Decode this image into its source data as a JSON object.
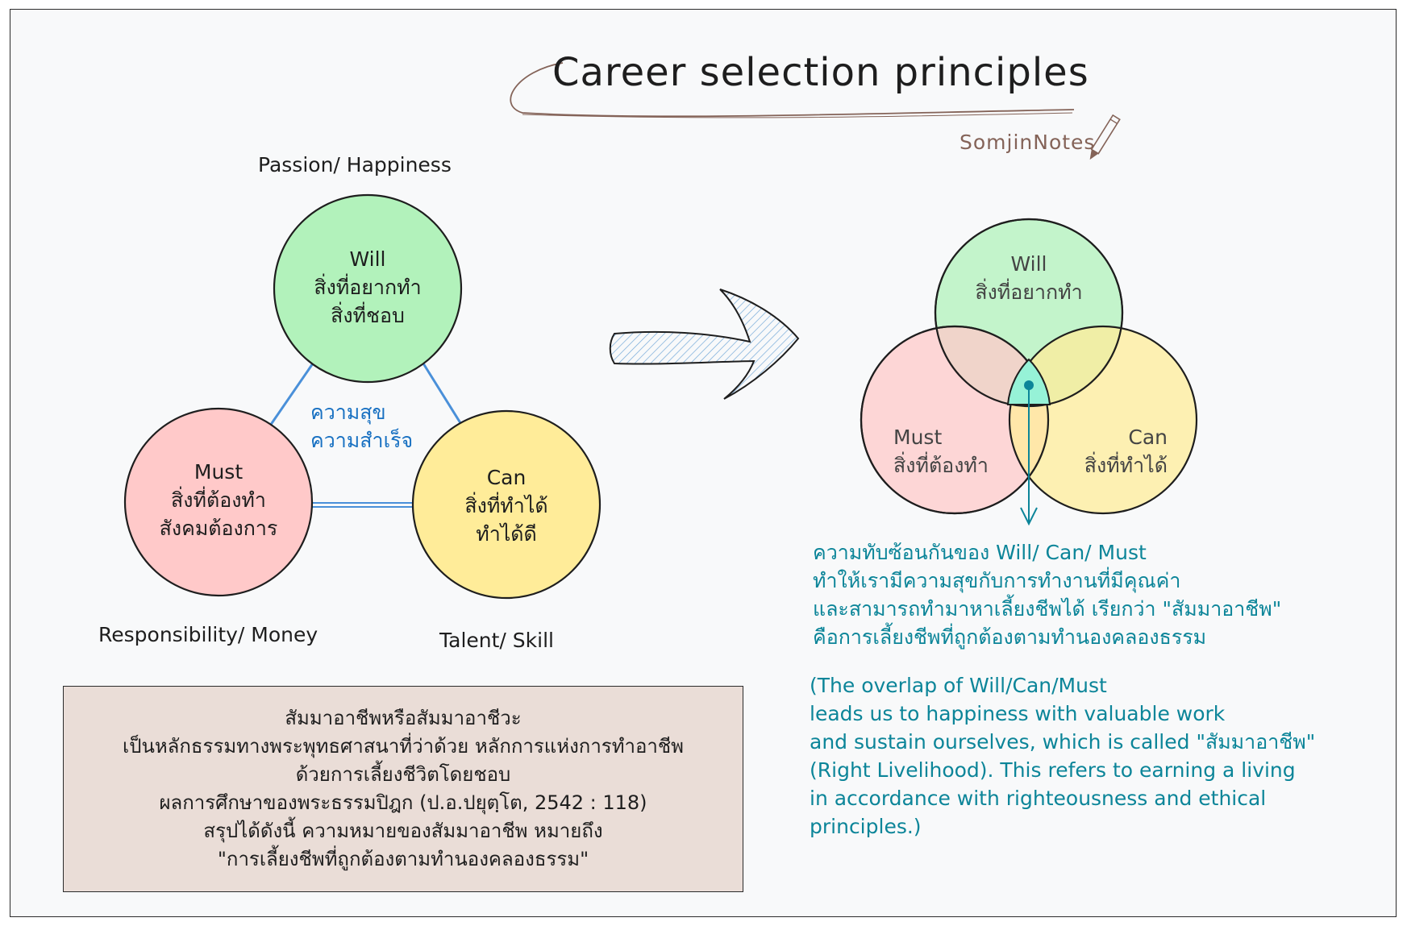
{
  "header": {
    "title": "Career selection principles",
    "brand": "SomjinNotes"
  },
  "left_diagram": {
    "labels": {
      "top": "Passion/ Happiness",
      "bottom_left": "Responsibility/ Money",
      "bottom_right": "Talent/ Skill"
    },
    "will": {
      "title": "Will",
      "line1": "สิ่งที่อยากทำ",
      "line2": "สิ่งที่ชอบ"
    },
    "must": {
      "title": "Must",
      "line1": "สิ่งที่ต้องทำ",
      "line2": "สังคมต้องการ"
    },
    "can": {
      "title": "Can",
      "line1": "สิ่งที่ทำได้",
      "line2": "ทำได้ดี"
    },
    "center": {
      "line1": "ความสุข",
      "line2": "ความสำเร็จ"
    }
  },
  "right_diagram": {
    "will": {
      "title": "Will",
      "line1": "สิ่งที่อยากทำ"
    },
    "must": {
      "title": "Must",
      "line1": "สิ่งที่ต้องทำ"
    },
    "can": {
      "title": "Can",
      "line1": "สิ่งที่ทำได้"
    }
  },
  "thai_explanation": [
    "ความทับซ้อนกันของ Will/ Can/ Must",
    "ทำให้เรามีความสุขกับการทำงานที่มีคุณค่า",
    "และสามารถทำมาหาเลี้ยงชีพได้ เรียกว่า \"สัมมาอาชีพ\"",
    "คือการเลี้ยงชีพที่ถูกต้องตามทำนองคลองธรรม"
  ],
  "english_explanation": [
    "(The overlap of Will/Can/Must",
    "leads us to happiness with valuable work",
    "and sustain ourselves, which is called \"สัมมาอาชีพ\"",
    "(Right Livelihood). This refers to earning a living",
    "in accordance with righteousness and ethical",
    "principles.)"
  ],
  "definition_box": [
    "สัมมาอาชีพหรือสัมมาอาชีวะ",
    "เป็นหลักธรรมทางพระพุทธศาสนาที่ว่าด้วย หลักการแห่งการทำอาชีพ",
    "ด้วยการเลี้ยงชีวิตโดยชอบ",
    "ผลการศึกษาของพระธรรมปิฎก (ป.อ.ปยุตฺโต, 2542 : 118)",
    "สรุปได้ดังนี้ ความหมายของสัมมาอาชีพ หมายถึง",
    "\"การเลี้ยงชีพที่ถูกต้องตามทำนองคลองธรรม\""
  ],
  "colors": {
    "will": "#b2f2bb",
    "must": "#ffc9c9",
    "can": "#ffec99",
    "overlap": "#96f2d7",
    "box": "#eaddd7",
    "connector": "#4a90d9",
    "teal_text": "#0c8599",
    "brand": "#846358"
  }
}
